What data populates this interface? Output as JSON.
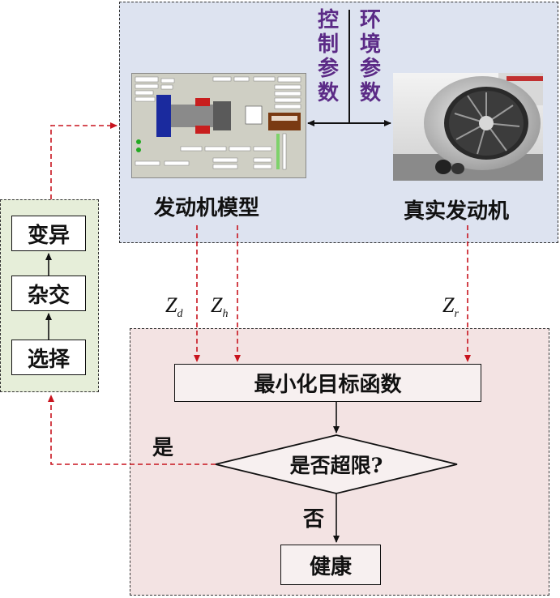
{
  "top": {
    "model_label": "发动机模型",
    "real_label": "真实发动机",
    "control_params": [
      "控",
      "制",
      "参",
      "数"
    ],
    "environment_params": [
      "环",
      "境",
      "参",
      "数"
    ]
  },
  "outputs": {
    "zd": {
      "main": "Z",
      "sub": "d"
    },
    "zh": {
      "main": "Z",
      "sub": "h"
    },
    "zr": {
      "main": "Z",
      "sub": "r"
    }
  },
  "ga": {
    "mutation": "变异",
    "crossover": "杂交",
    "selection": "选择"
  },
  "flow": {
    "objective": "最小化目标函数",
    "decision": "是否超限?",
    "yes_label": "是",
    "no_label": "否",
    "healthy": "健康"
  },
  "colors": {
    "top_zone": "#dde3f0",
    "bottom_zone": "#f3e3e3",
    "ga_zone": "#e6eed9",
    "dashed_arrow": "#c8141e",
    "vertical_text": "#5b2a86"
  }
}
